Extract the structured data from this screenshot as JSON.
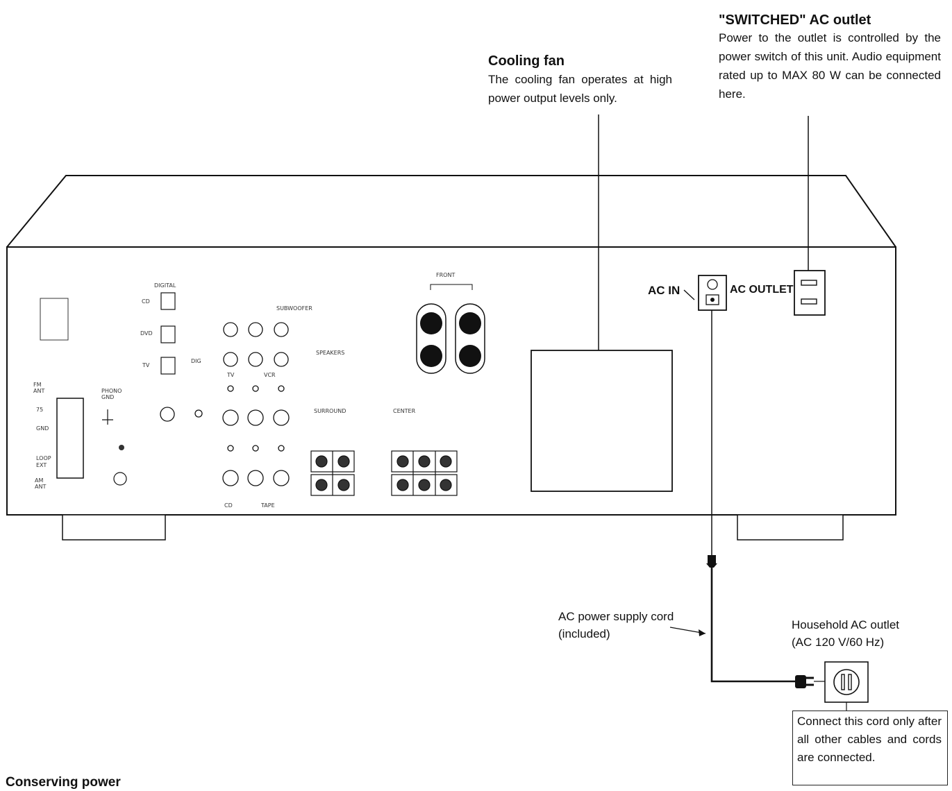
{
  "callouts": {
    "cooling_fan": {
      "title": "Cooling fan",
      "text": "The cooling fan operates at high power output levels only."
    },
    "switched_outlet": {
      "title": "\"SWITCHED\" AC outlet",
      "text": "Power to the outlet is controlled by the power switch of this unit. Audio equipment rated up to MAX 80 W can be connected here."
    },
    "power_cord": {
      "line1": "AC power supply cord",
      "line2": "(included)"
    },
    "household_outlet": {
      "line1": "Household AC outlet",
      "line2": "(AC 120 V/60 Hz)"
    },
    "note": "Connect this cord only after all other cables and cords are connected."
  },
  "panel": {
    "ac_in": "AC IN",
    "ac_outlet": "AC OUTLET",
    "labels": {
      "digital": "DIGITAL",
      "cd": "CD",
      "dvd": "DVD",
      "tv": "TV",
      "dig": "DIG",
      "fm_ant": "FM ANT",
      "ant_75": "75",
      "gnd": "GND",
      "loop_ext": "LOOP EXT",
      "am_ant": "AM ANT",
      "phono_gnd": "PHONO GND",
      "subwoofer": "SUBWOOFER",
      "speakers": "SPEAKERS",
      "front": "FRONT",
      "surround": "SURROUND",
      "center": "CENTER",
      "tape": "TAPE",
      "vcr": "VCR",
      "cd_bottom": "CD"
    }
  },
  "footer": {
    "section_title": "Conserving power"
  }
}
